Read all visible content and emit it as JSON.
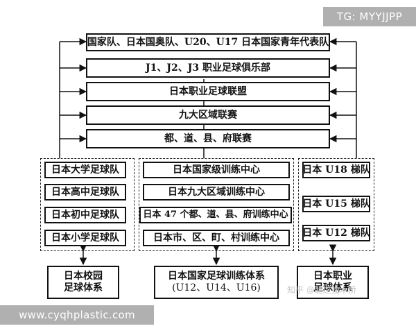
{
  "league_tiers": [
    {
      "id": "national",
      "label": "国家队、日本国奥队、U20、U17 日本国家青年代表队"
    },
    {
      "id": "club",
      "label": "J1、J2、J3 职业足球俱乐部"
    },
    {
      "id": "pro",
      "label": "日本职业足球联盟"
    },
    {
      "id": "region",
      "label": "九大区域联赛"
    },
    {
      "id": "prefecture",
      "label": "都、道、县、府联赛"
    }
  ],
  "school_teams": [
    "日本大学足球队",
    "日本高中足球队",
    "日本初中足球队",
    "日本小学足球队"
  ],
  "training_centers": [
    "日本国家级训练中心",
    "日本九大区域训练中心",
    "日本 47 个都、道、县、府训练中心",
    "日本市、区、町、村训练中心"
  ],
  "youth_teams": [
    "日本 U18 梯队",
    "日本 U15 梯队",
    "日本 U12 梯队"
  ],
  "systems": {
    "campus": {
      "line1": "日本校园",
      "line2": "足球体系"
    },
    "national_training": {
      "line1": "日本国家足球训练体系",
      "line2": "(U12、U14、U16)"
    },
    "professional": {
      "line1": "日本职业",
      "line2": "足球体系"
    }
  },
  "corner_tag": "TG: MYYJJPP",
  "website": "www.cyqhplastic.com",
  "watermark": "知乎 @越过独木桥"
}
